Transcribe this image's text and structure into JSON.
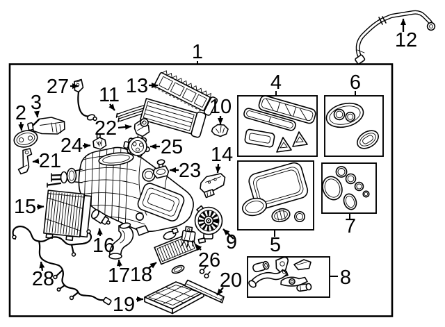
{
  "colors": {
    "background": "#ffffff",
    "line_art": "#000000"
  },
  "diagram": {
    "type": "exploded-parts-diagram",
    "description": "Black-and-white automotive HVAC (heater / evaporator) exploded parts line drawing with numbered callouts",
    "callouts": {
      "c1": "1",
      "c2": "2",
      "c3": "3",
      "c4": "4",
      "c5": "5",
      "c6": "6",
      "c7": "7",
      "c8": "8",
      "c9": "9",
      "c10": "10",
      "c11": "11",
      "c12": "12",
      "c13": "13",
      "c14": "14",
      "c15": "15",
      "c16": "16",
      "c17": "17",
      "c18": "18",
      "c19": "19",
      "c20": "20",
      "c21": "21",
      "c22": "22",
      "c23": "23",
      "c24": "24",
      "c25": "25",
      "c26": "26",
      "c27": "27",
      "c28": "28"
    }
  }
}
